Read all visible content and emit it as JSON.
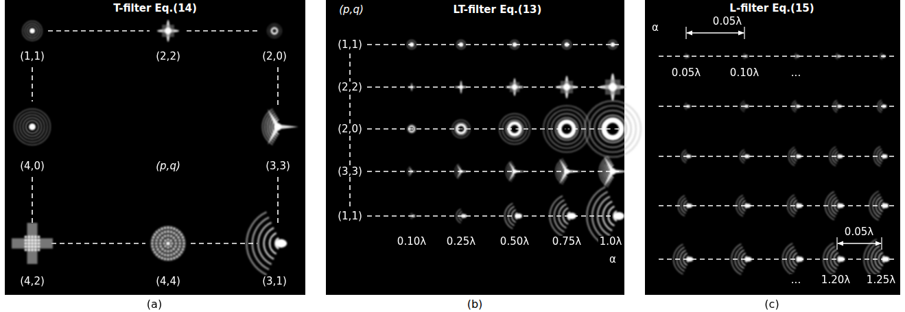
{
  "diagram": {
    "labels": [
      "T-filter Eq.(14)",
      "(1,1)",
      "(2,2)",
      "(2,0)",
      "(4,0)",
      "(p,q)",
      "(3,3)",
      "(4,2)",
      "(4,4)",
      "(3,1)",
      "(a)",
      "(p,q)",
      "LT-filter Eq.(13)",
      "(1,1)",
      "(2,2)",
      "(2,0)",
      "(3,3)",
      "(1,1)",
      "0.10λ",
      "0.25λ",
      "0.50λ",
      "0.75λ",
      "1.0λ",
      "α",
      "(b)",
      "L-filter Eq.(15)",
      "α",
      "0.05λ",
      "0.05λ",
      "0.10λ",
      "...",
      "0.05λ",
      "...",
      "1.20λ",
      "1.25λ",
      "(c)"
    ]
  }
}
